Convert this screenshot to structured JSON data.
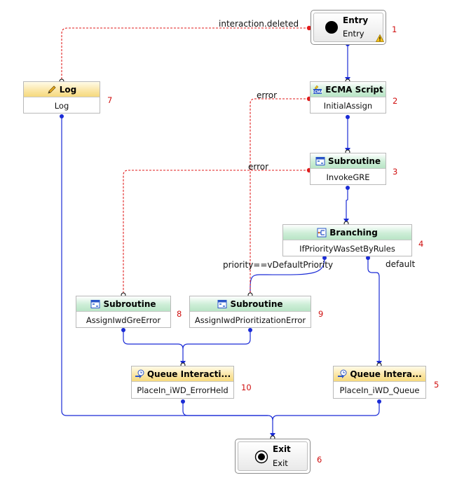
{
  "nodes": {
    "entry": {
      "title": "Entry",
      "subtitle": "Entry",
      "badge": "1"
    },
    "ecma": {
      "title": "ECMA Script",
      "body": "InitialAssign",
      "badge": "2"
    },
    "invoke": {
      "title": "Subroutine",
      "body": "InvokeGRE",
      "badge": "3"
    },
    "branching": {
      "title": "Branching",
      "body": "IfPriorityWasSetByRules",
      "badge": "4"
    },
    "queue_main": {
      "title": "Queue Intera...",
      "body": "PlaceIn_iWD_Queue",
      "badge": "5"
    },
    "exit": {
      "title": "Exit",
      "subtitle": "Exit",
      "badge": "6"
    },
    "log": {
      "title": "Log",
      "body": "Log",
      "badge": "7"
    },
    "assign_gre": {
      "title": "Subroutine",
      "body": "AssignIwdGreError",
      "badge": "8"
    },
    "assign_prio": {
      "title": "Subroutine",
      "body": "AssignIwdPrioritizationError",
      "badge": "9"
    },
    "queue_error": {
      "title": "Queue Interacti...",
      "body": "PlaceIn_iWD_ErrorHeld",
      "badge": "10"
    }
  },
  "edge_labels": {
    "interaction_deleted": "interaction.deleted",
    "error_ecma": "error",
    "error_invoke": "error",
    "priority_default": "priority==vDefaultPriority",
    "default": "default"
  },
  "colors": {
    "flow": "#1a2bd6",
    "error": "#e11b1b",
    "badge": "#d01010",
    "header_green": "#c6ebd1",
    "header_yellow": "#f8e29a"
  }
}
